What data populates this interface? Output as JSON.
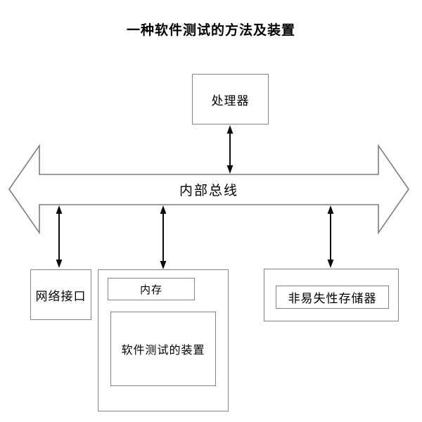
{
  "title": "一种软件测试的方法及装置",
  "bus": {
    "label": "内部总线"
  },
  "boxes": {
    "processor": {
      "label": "处理器"
    },
    "network_interface": {
      "label": "网络接口"
    },
    "memory": {
      "label": "内存"
    },
    "software_test_device": {
      "label": "软件测试的装置"
    },
    "nonvolatile_memory": {
      "label": "非易失性存储器"
    }
  },
  "colors": {
    "background": "#ffffff",
    "box_border": "#828282",
    "bus_outline": "#7d7d7d",
    "arrow": "#0b0b0b",
    "text": "#000000"
  }
}
